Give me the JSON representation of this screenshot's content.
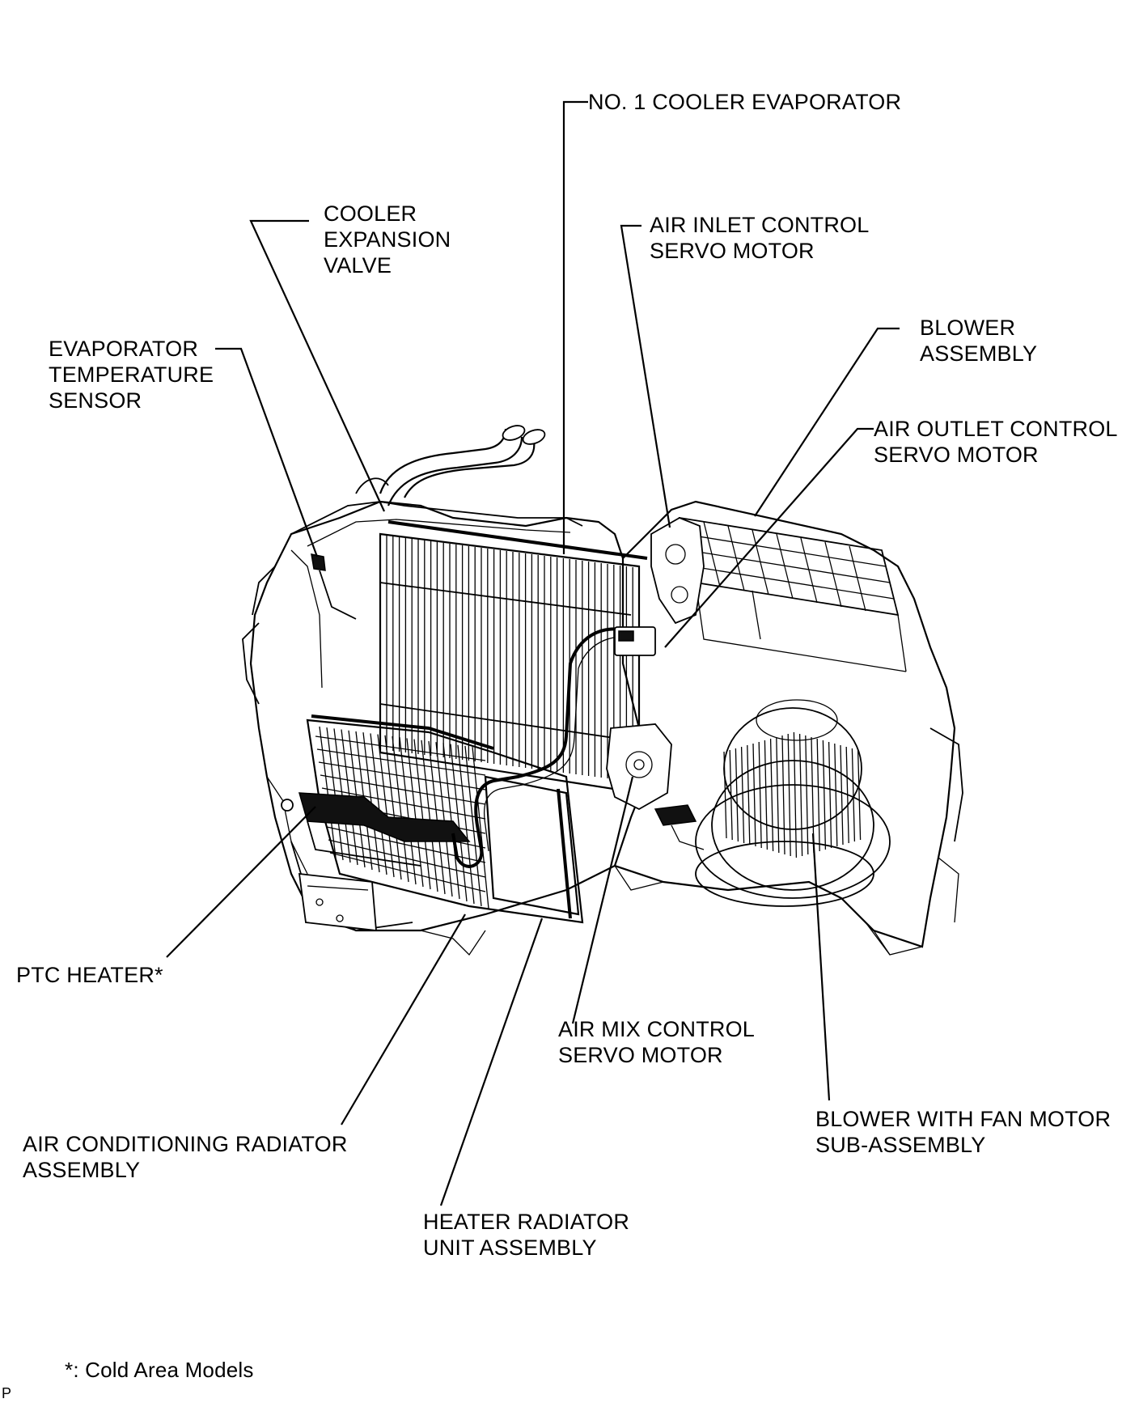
{
  "diagram": {
    "labels": {
      "no1_cooler_evaporator": "NO. 1 COOLER EVAPORATOR",
      "cooler_expansion_valve": "COOLER\nEXPANSION\nVALVE",
      "air_inlet_control_servo_motor": "AIR INLET CONTROL\nSERVO MOTOR",
      "evaporator_temperature_sensor": "EVAPORATOR\nTEMPERATURE\nSENSOR",
      "blower_assembly": "BLOWER\nASSEMBLY",
      "air_outlet_control_servo_motor": "AIR OUTLET CONTROL\nSERVO MOTOR",
      "ptc_heater": "PTC HEATER*",
      "air_mix_control_servo_motor": "AIR MIX CONTROL\nSERVO MOTOR",
      "blower_with_fan_motor_sub_assembly": "BLOWER WITH FAN MOTOR\nSUB-ASSEMBLY",
      "air_conditioning_radiator_assembly": "AIR CONDITIONING RADIATOR\nASSEMBLY",
      "heater_radiator_unit_assembly": "HEATER RADIATOR\nUNIT ASSEMBLY"
    },
    "footnote": "*: Cold Area Models",
    "corner_code": "P"
  }
}
